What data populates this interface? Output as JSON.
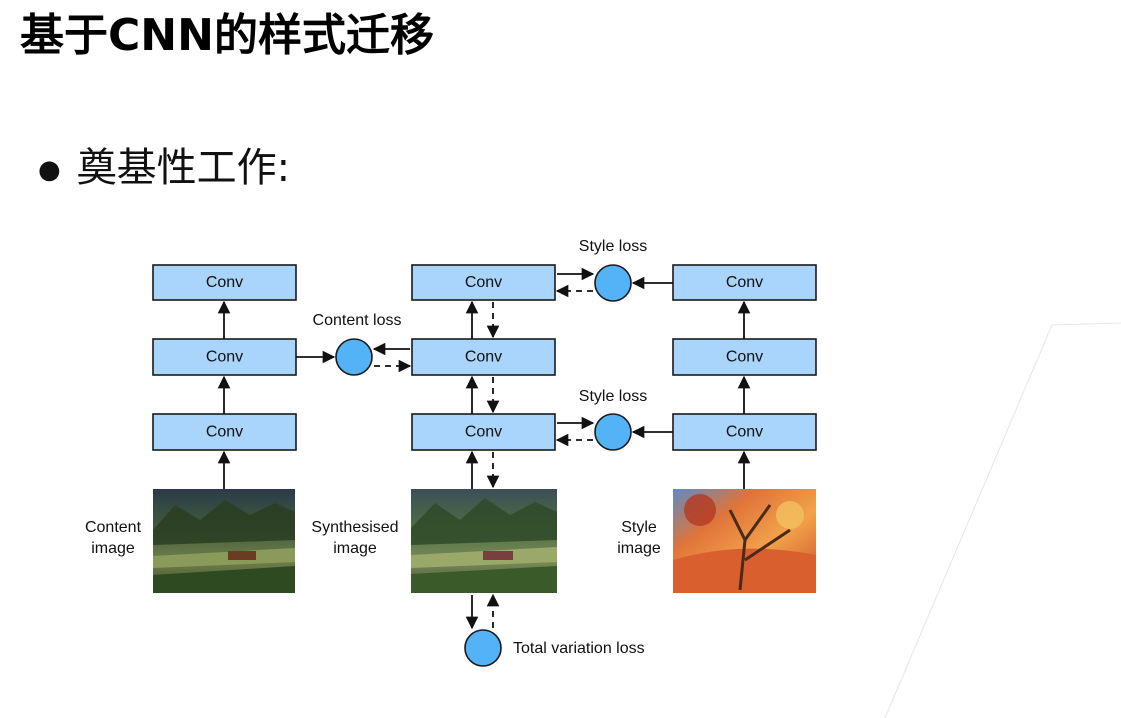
{
  "slide": {
    "title": "基于CNN的样式迁移",
    "bullet": "奠基性工作:"
  },
  "diagram": {
    "conv_label": "Conv",
    "content_loss": "Content loss",
    "style_loss_top": "Style loss",
    "style_loss_bottom": "Style loss",
    "total_variation_loss": "Total variation loss",
    "content_image": [
      "Content",
      "image"
    ],
    "synthesised_image": [
      "Synthesised",
      "image"
    ],
    "style_image": [
      "Style",
      "image"
    ]
  },
  "colors": {
    "conv_fill": "#a9d4fb",
    "loss_fill": "#53b3f6"
  }
}
